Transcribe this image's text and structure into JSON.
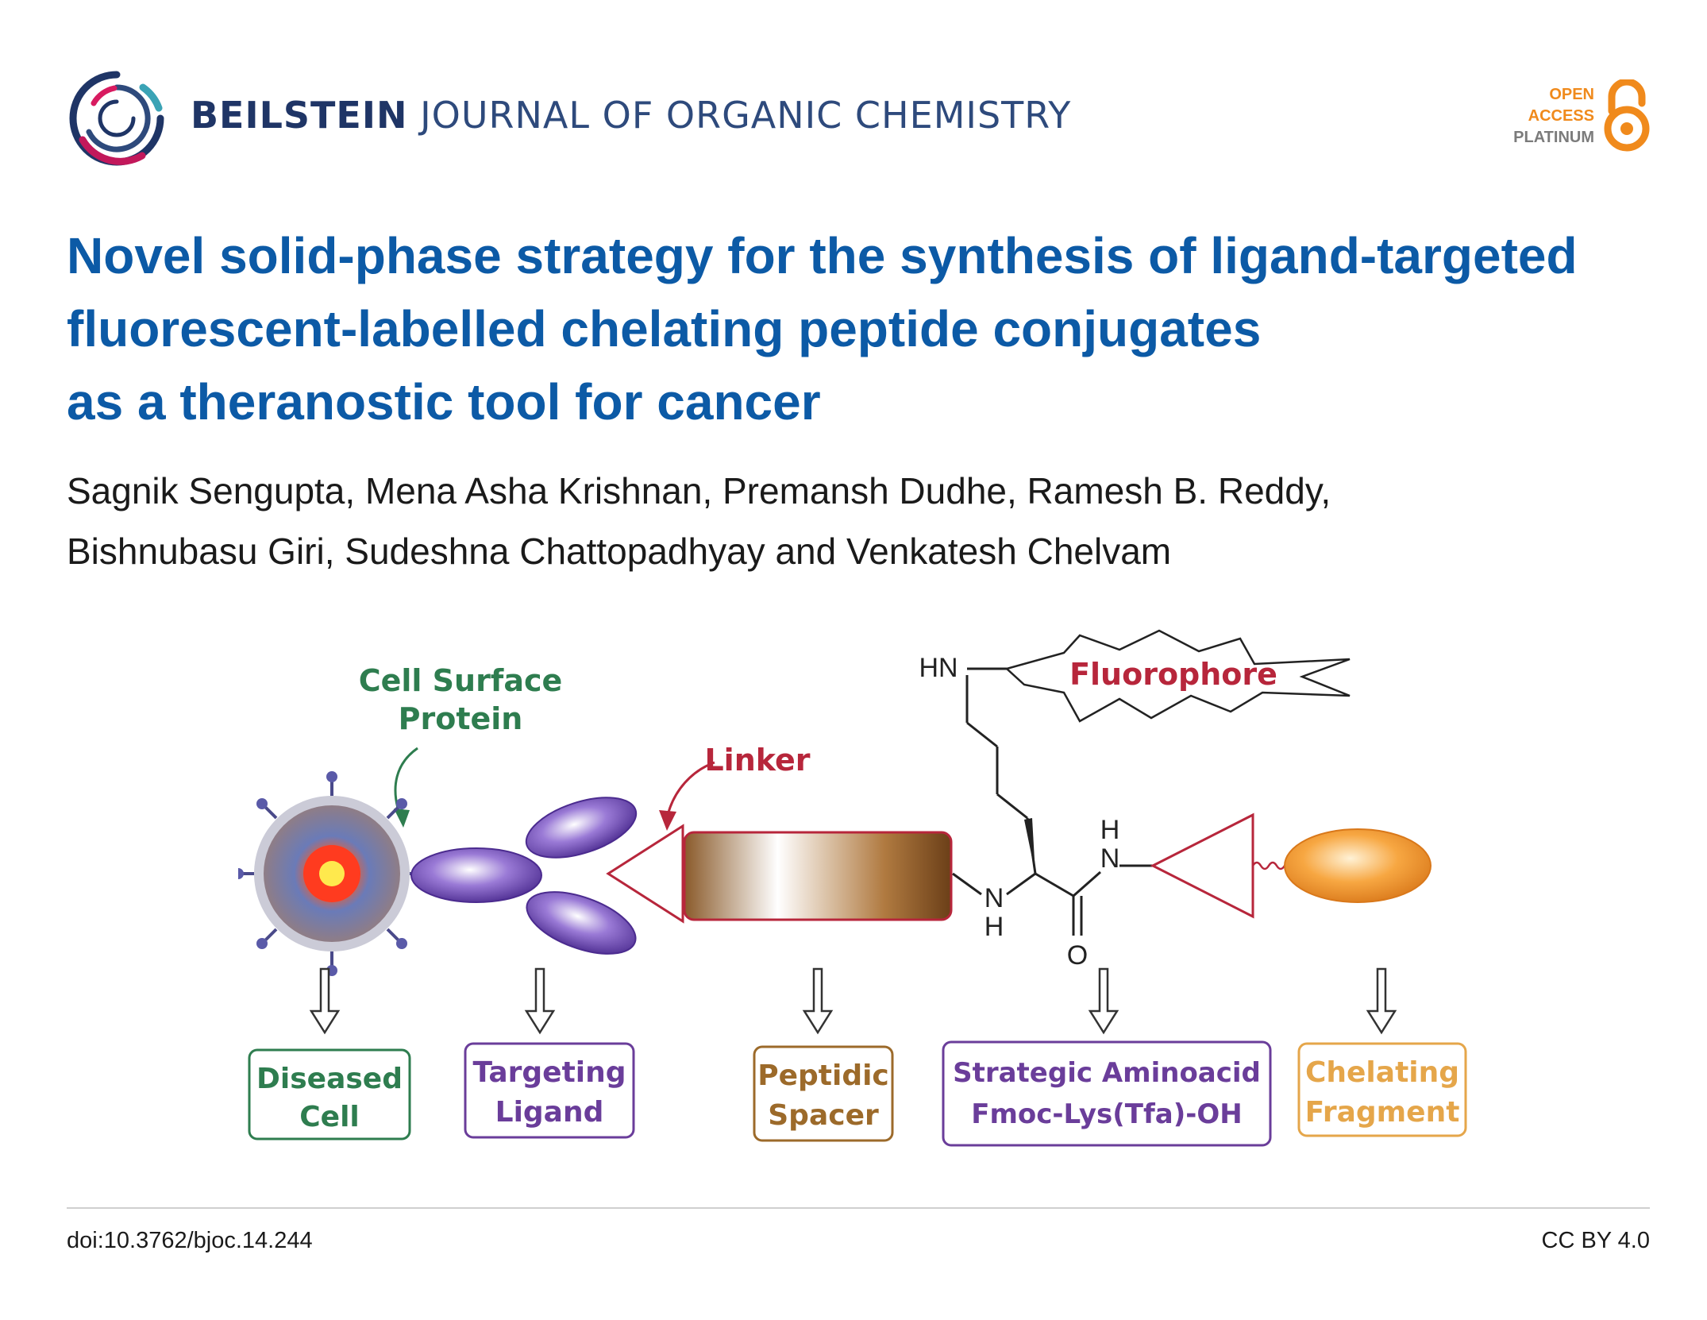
{
  "header": {
    "journal_bold": "BEILSTEIN",
    "journal_rest": "JOURNAL OF ORGANIC CHEMISTRY",
    "open_access": {
      "line1": "OPEN",
      "line2": "ACCESS",
      "line3": "PLATINUM"
    }
  },
  "article": {
    "title_lines": [
      "Novel solid-phase strategy for the synthesis of ligand-targeted",
      "fluorescent-labelled chelating peptide conjugates",
      "as a theranostic tool for cancer"
    ],
    "author_lines": [
      "Sagnik Sengupta, Mena Asha Krishnan, Premansh Dudhe, Ramesh B. Reddy,",
      "Bishnubasu Giri, Sudeshna Chattopadhyay and Venkatesh Chelvam"
    ]
  },
  "figure": {
    "cell_surface_label": [
      "Cell Surface",
      "Protein"
    ],
    "linker_label": "Linker",
    "fluorophore_label": "Fluorophore",
    "atoms": {
      "hn_top": "HN",
      "n_left": "N",
      "h_left": "H",
      "h_right": "H",
      "n_right": "N",
      "o_bottom": "O"
    },
    "boxes": [
      {
        "lines": [
          "Diseased",
          "Cell"
        ],
        "color": "#2e7d4f"
      },
      {
        "lines": [
          "Targeting",
          "Ligand"
        ],
        "color": "#6a3d9a"
      },
      {
        "lines": [
          "Peptidic",
          "Spacer"
        ],
        "color": "#9c6a2a"
      },
      {
        "lines": [
          "Strategic Aminoacid",
          "Fmoc-Lys(Tfa)-OH"
        ],
        "color": "#6a3d9a"
      },
      {
        "lines": [
          "Chelating",
          "Fragment"
        ],
        "color": "#e5a64a"
      }
    ]
  },
  "footer": {
    "doi": "doi:10.3762/bjoc.14.244",
    "license": "CC BY 4.0"
  }
}
